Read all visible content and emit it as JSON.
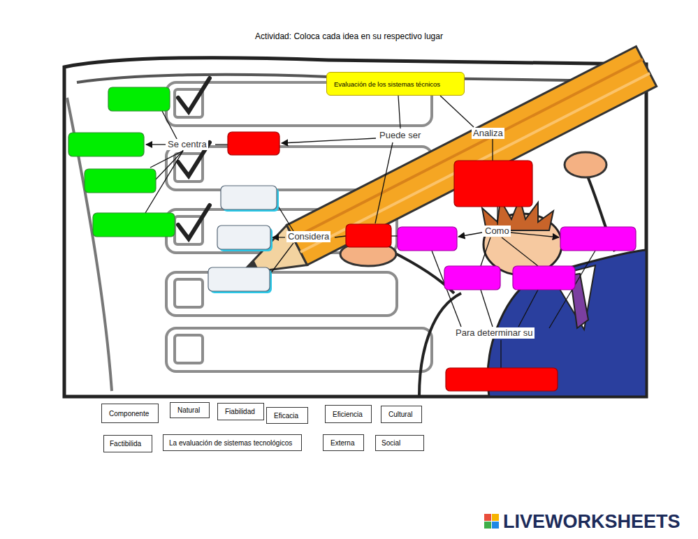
{
  "diagram": {
    "title": "Actividad: Coloca cada idea en su respectivo lugar",
    "nodes": [
      {
        "text": [
          "Evaluación de los sistemas técnicos"
        ]
      },
      {
        "text": [
          "Componente"
        ]
      },
      {
        "text": [
          "Natural"
        ]
      },
      {
        "text": [
          "Fiabilidad"
        ]
      },
      {
        "text": [
          "Eficacia"
        ]
      },
      {
        "text": [
          "Eficiencia"
        ]
      },
      {
        "text": [
          "Cultural"
        ]
      },
      {
        "text": [
          "Factibilida"
        ]
      },
      {
        "text": [
          "La evaluación de sistemas tecnológicos"
        ]
      },
      {
        "text": [
          "Externa"
        ]
      },
      {
        "text": [
          "Social"
        ]
      }
    ],
    "labels": [
      "Se centra",
      "Puede ser",
      "Analiza",
      "Considera",
      "Como",
      "Para determinar su",
      "LIVEWORKSHEETS"
    ]
  }
}
